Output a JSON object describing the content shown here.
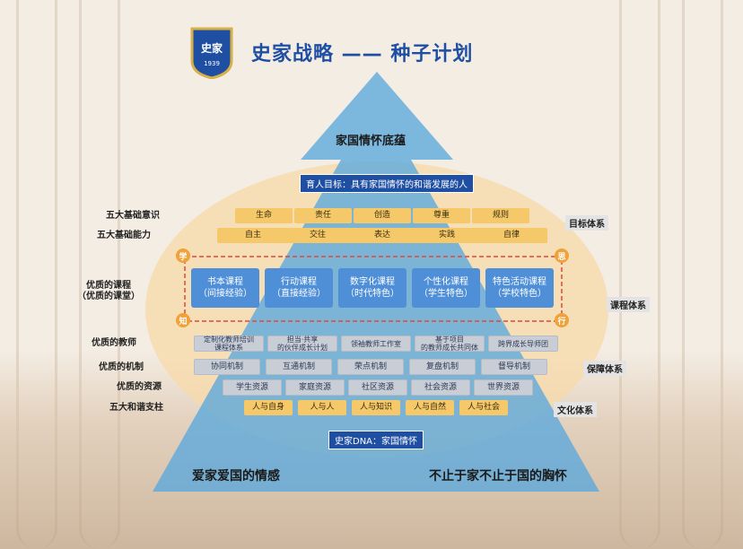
{
  "title": "史家战略 —— 种子计划",
  "logo": {
    "icon": "school-crest-icon",
    "glyph": "史家",
    "year": "1939"
  },
  "apex": "家国情怀底蕴",
  "goal": "育人目标：具有家国情怀的和谐发展的人",
  "rows": {
    "awareness": {
      "label": "五大基础意识",
      "items": [
        "生命",
        "责任",
        "创造",
        "尊重",
        "规则"
      ]
    },
    "ability": {
      "label": "五大基础能力",
      "items": [
        "自主",
        "交往",
        "表达",
        "实践",
        "自律"
      ]
    },
    "courses": {
      "label": "优质的课程\n（优质的课堂）",
      "items": [
        "书本课程\n（间接经验）",
        "行动课程\n（直接经验）",
        "数字化课程\n（时代特色）",
        "个性化课程\n（学生特色）",
        "特色活动课程\n（学校特色）"
      ]
    },
    "teachers": {
      "label": "优质的教师",
      "items": [
        "定制化教师培训\n课程体系",
        "担当·共享\n的伙伴成长计划",
        "领袖教师工作室",
        "基于项目\n的教师成长共同体",
        "跨界成长导师团"
      ]
    },
    "mechanism": {
      "label": "优质的机制",
      "items": [
        "协同机制",
        "互通机制",
        "荣点机制",
        "复盘机制",
        "督导机制"
      ]
    },
    "resources": {
      "label": "优质的资源",
      "items": [
        "学生资源",
        "家庭资源",
        "社区资源",
        "社会资源",
        "世界资源"
      ]
    },
    "pillars": {
      "label": "五大和谐支柱",
      "items": [
        "人与自身",
        "人与人",
        "人与知识",
        "人与自然",
        "人与社会"
      ]
    }
  },
  "corners": {
    "tl": "学",
    "tr": "思",
    "bl": "知",
    "br": "行"
  },
  "systems": {
    "goal": "目标体系",
    "course": "课程体系",
    "guarantee": "保障体系",
    "culture": "文化体系"
  },
  "dna": "史家DNA：家国情怀",
  "bottom_left": "爱家爱国的情感",
  "bottom_right": "不止于家不止于国的胸怀",
  "colors": {
    "title": "#1f4fa3",
    "arrow": "#5ea9dc",
    "ellipse": "#f7d9a8",
    "gold": "#f5c96a",
    "blue": "#4f8fd8",
    "dash": "#e0483a"
  }
}
